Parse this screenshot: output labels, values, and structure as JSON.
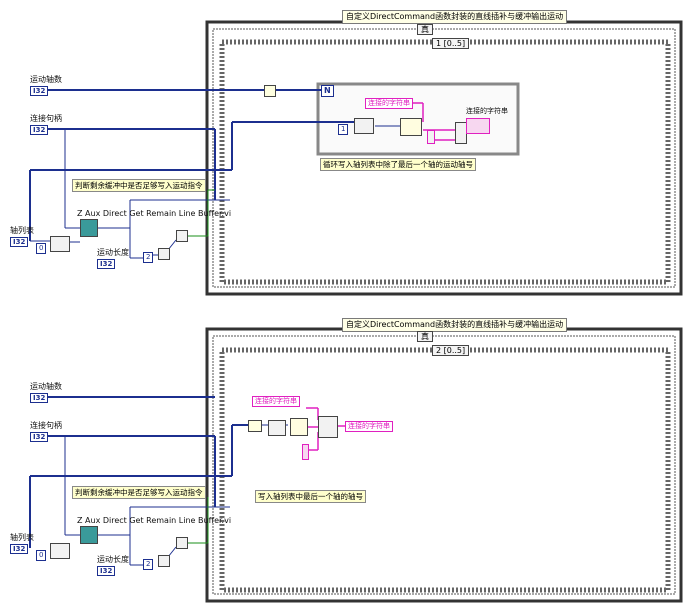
{
  "top": {
    "title": "自定义DirectCommand函数封装的直线插补与缓冲输出运动",
    "case_selector": "真",
    "frame_selector": "1 [0..5]",
    "control_axes": "运动轴数",
    "control_handle": "连接句柄",
    "control_axislist": "轴列表",
    "control_movelen": "运动长度",
    "terminal_type": "I32",
    "note_buffer": "判断剩余缓冲中是否足够写入运动指令",
    "vi_name": "Z Aux Direct Get Remain Line Buffer.vi",
    "loop_n": "N",
    "const_one": "1",
    "const_two": "2",
    "const_zero": "0",
    "str_const": "连接的字符串",
    "str_indicator": "连接的字符串",
    "note_loop": "循环写入轴列表中除了最后一个轴的运动轴号"
  },
  "bottom": {
    "title": "自定义DirectCommand函数封装的直线插补与缓冲输出运动",
    "case_selector": "真",
    "frame_selector": "2 [0..5]",
    "control_axes": "运动轴数",
    "control_handle": "连接句柄",
    "control_axislist": "轴列表",
    "control_movelen": "运动长度",
    "terminal_type": "I32",
    "note_buffer": "判断剩余缓冲中是否足够写入运动指令",
    "vi_name": "Z Aux Direct Get Remain Line Buffer.vi",
    "const_two": "2",
    "const_zero": "0",
    "str_const": "连接的字符串",
    "str_out": "连接的字符串",
    "note_last": "写入轴列表中最后一个轴的轴号"
  }
}
